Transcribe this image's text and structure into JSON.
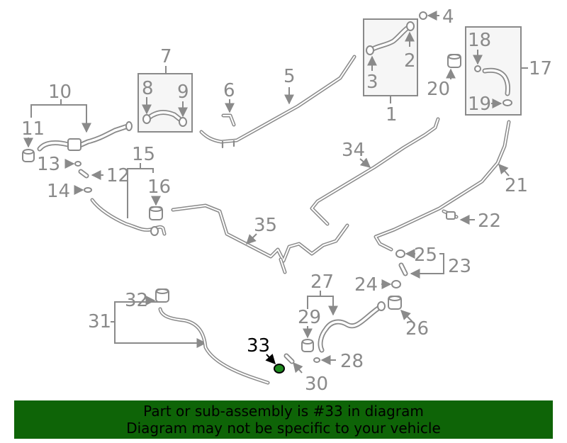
{
  "labels": {
    "l1": "1",
    "l2": "2",
    "l3": "3",
    "l4": "4",
    "l5": "5",
    "l6": "6",
    "l7": "7",
    "l8": "8",
    "l9": "9",
    "l10": "10",
    "l11": "11",
    "l12": "12",
    "l13": "13",
    "l14": "14",
    "l15": "15",
    "l16": "16",
    "l17": "17",
    "l18": "18",
    "l19": "19",
    "l20": "20",
    "l21": "21",
    "l22": "22",
    "l23": "23",
    "l24": "24",
    "l25": "25",
    "l26": "26",
    "l27": "27",
    "l28": "28",
    "l29": "29",
    "l30": "30",
    "l31": "31",
    "l32": "32",
    "l33": "33",
    "l34": "34",
    "l35": "35"
  },
  "banner": {
    "line1": "Part or sub-assembly is #33 in diagram",
    "line2": "Diagram may not be specific to your vehicle"
  },
  "colors": {
    "banner_bg": "#0e6407",
    "line_gray": "#8a8a8a",
    "highlight_part": "#1e8a1e"
  }
}
